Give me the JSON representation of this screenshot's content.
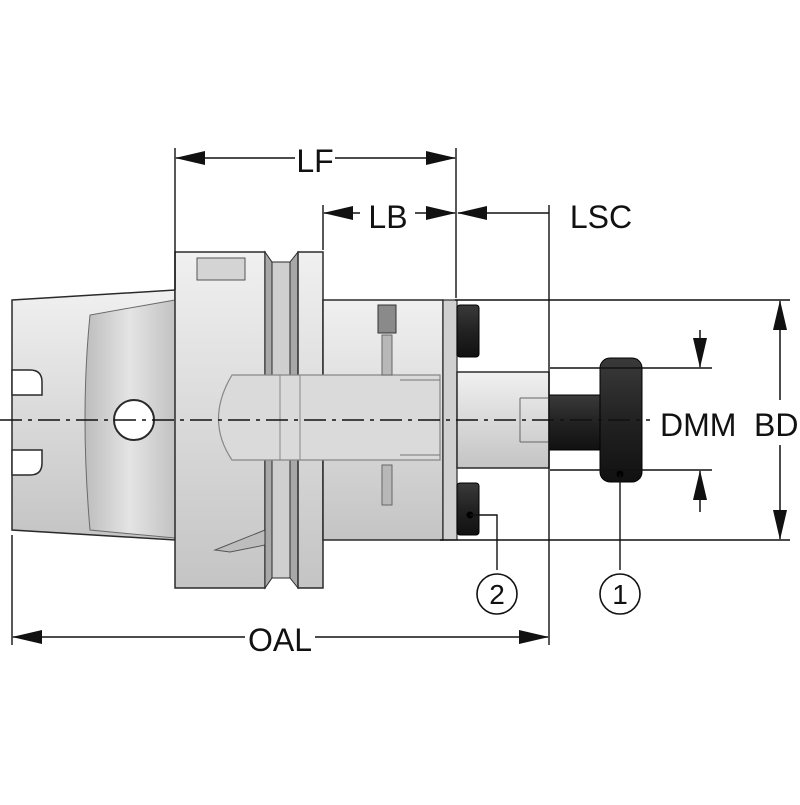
{
  "dimensions": {
    "lf": "LF",
    "lb": "LB",
    "lsc": "LSC",
    "dmm": "DMM",
    "bd": "BD",
    "oal": "OAL"
  },
  "callouts": {
    "item1": "1",
    "item2": "2"
  },
  "colors": {
    "body_light": "#e2e2e2",
    "body_mid": "#c9c9c9",
    "body_dark": "#9a9a9a",
    "outline": "#2a2a2a",
    "dark_part": "#1f1f1f",
    "dim_line": "#111111"
  }
}
